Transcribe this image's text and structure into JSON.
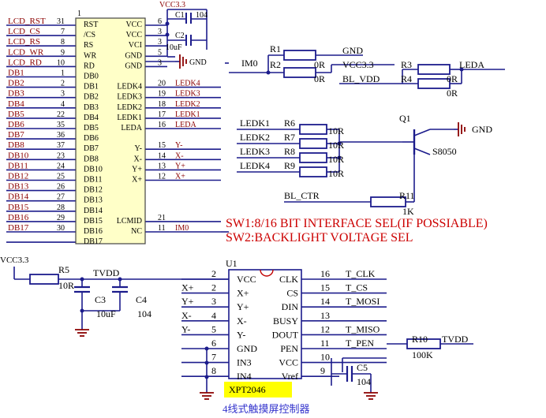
{
  "ic1": {
    "ref": "1",
    "left_pins": [
      {
        "net": "LCD_RST",
        "pin": "31",
        "name": "RST"
      },
      {
        "net": "LCD_CS",
        "pin": "7",
        "name": "/CS"
      },
      {
        "net": "LCD_RS",
        "pin": "8",
        "name": "RS"
      },
      {
        "net": "LCD_WR",
        "pin": "9",
        "name": "WR"
      },
      {
        "net": "LCD_RD",
        "pin": "10",
        "name": "RD"
      },
      {
        "net": "DB1",
        "pin": "1",
        "name": "DB0"
      },
      {
        "net": "DB2",
        "pin": "2",
        "name": "DB1"
      },
      {
        "net": "DB3",
        "pin": "3",
        "name": "DB2"
      },
      {
        "net": "DB4",
        "pin": "4",
        "name": "DB3"
      },
      {
        "net": "DB5",
        "pin": "22",
        "name": "DB4"
      },
      {
        "net": "DB6",
        "pin": "35",
        "name": "DB5"
      },
      {
        "net": "DB7",
        "pin": "36",
        "name": "DB6"
      },
      {
        "net": "DB8",
        "pin": "37",
        "name": "DB7"
      },
      {
        "net": "DB10",
        "pin": "23",
        "name": "DB8"
      },
      {
        "net": "DB11",
        "pin": "24",
        "name": "DB10"
      },
      {
        "net": "DB12",
        "pin": "25",
        "name": "DB11"
      },
      {
        "net": "DB13",
        "pin": "26",
        "name": "DB12"
      },
      {
        "net": "DB14",
        "pin": "27",
        "name": "DB13"
      },
      {
        "net": "DB15",
        "pin": "28",
        "name": "DB14"
      },
      {
        "net": "DB16",
        "pin": "29",
        "name": "DB15"
      },
      {
        "net": "DB17",
        "pin": "30",
        "name": "DB16"
      },
      {
        "net": "",
        "pin": "",
        "name": "DB17"
      }
    ],
    "right_pins": [
      {
        "name": "VCC",
        "pin": "6",
        "net": ""
      },
      {
        "name": "VCC",
        "pin": "3",
        "net": ""
      },
      {
        "name": "VCI",
        "pin": "3",
        "net": ""
      },
      {
        "name": "GND",
        "pin": "5",
        "net": ""
      },
      {
        "name": "GND",
        "pin": "3",
        "net": ""
      },
      {
        "name": "",
        "pin": "",
        "net": ""
      },
      {
        "name": "LEDK4",
        "pin": "20",
        "net": "LEDK4"
      },
      {
        "name": "LEDK3",
        "pin": "19",
        "net": "LEDK3"
      },
      {
        "name": "LEDK2",
        "pin": "18",
        "net": "LEDK2"
      },
      {
        "name": "LEDK1",
        "pin": "17",
        "net": "LEDK1"
      },
      {
        "name": "LEDA",
        "pin": "16",
        "net": "LEDA"
      },
      {
        "name": "",
        "pin": "",
        "net": ""
      },
      {
        "name": "Y-",
        "pin": "15",
        "net": "Y-"
      },
      {
        "name": "X-",
        "pin": "14",
        "net": "X-"
      },
      {
        "name": "Y+",
        "pin": "13",
        "net": "Y+"
      },
      {
        "name": "X+",
        "pin": "12",
        "net": "X+"
      },
      {
        "name": "",
        "pin": "",
        "net": ""
      },
      {
        "name": "",
        "pin": "",
        "net": ""
      },
      {
        "name": "",
        "pin": "",
        "net": ""
      },
      {
        "name": "LCMID",
        "pin": "21",
        "net": ""
      },
      {
        "name": "NC",
        "pin": "11",
        "net": "IM0"
      }
    ],
    "vcc_label": "VCC3.3",
    "c1": "C1",
    "c1_val": "104",
    "c2": "C2",
    "c2_val": "10uF",
    "gnd_label": "GND"
  },
  "jumpers": {
    "im0": "IM0",
    "r1": "R1",
    "r2": "R2",
    "r1_val": "0R",
    "r2_val": "0R",
    "gnd": "GND",
    "vcc": "VCC3.3",
    "r3": "R3",
    "r4": "R4",
    "r3_val": "0R",
    "r4_val": "0R",
    "leda": "LEDA",
    "bl_vdd": "BL_VDD"
  },
  "backlight": {
    "nets": [
      "LEDK1",
      "LEDK2",
      "LEDK3",
      "LEDK4"
    ],
    "refs": [
      "R6",
      "R7",
      "R8",
      "R9"
    ],
    "vals": [
      "10R",
      "10R",
      "10R",
      "10R"
    ],
    "q1": "Q1",
    "q1_part": "S8050",
    "gnd": "GND",
    "bl_ctr": "BL_CTR",
    "r11": "R11",
    "r11_val": "1K"
  },
  "notes": {
    "sw1": "SW1:8/16 BIT INTERFACE SEL(IF POSSIABLE)",
    "sw2": "SW2:BACKLIGHT VOLTAGE SEL"
  },
  "touch": {
    "vcc": "VCC3.3",
    "r5": "R5",
    "r5_val": "10R",
    "tvdd": "TVDD",
    "c3": "C3",
    "c3_val": "10uF",
    "c4": "C4",
    "c4_val": "104",
    "u1": "U1",
    "left_pins": [
      {
        "net": "",
        "pin": "2",
        "name": "VCC"
      },
      {
        "net": "X+",
        "pin": "2",
        "name": "X+"
      },
      {
        "net": "Y+",
        "pin": "3",
        "name": "Y+"
      },
      {
        "net": "X-",
        "pin": "4",
        "name": "X-"
      },
      {
        "net": "Y-",
        "pin": "5",
        "name": "Y-"
      },
      {
        "net": "",
        "pin": "6",
        "name": "GND"
      },
      {
        "net": "",
        "pin": "7",
        "name": "IN3"
      },
      {
        "net": "",
        "pin": "8",
        "name": "IN4"
      }
    ],
    "right_pins": [
      {
        "name": "CLK",
        "pin": "16",
        "net": "T_CLK"
      },
      {
        "name": "CS",
        "pin": "15",
        "net": "T_CS"
      },
      {
        "name": "DIN",
        "pin": "14",
        "net": "T_MOSI"
      },
      {
        "name": "BUSY",
        "pin": "13",
        "net": ""
      },
      {
        "name": "DOUT",
        "pin": "12",
        "net": "T_MISO"
      },
      {
        "name": "PEN",
        "pin": "11",
        "net": "T_PEN"
      },
      {
        "name": "VCC",
        "pin": "10",
        "net": ""
      },
      {
        "name": "Vref",
        "pin": "9",
        "net": ""
      }
    ],
    "r10": "R10",
    "r10_val": "100K",
    "tvdd2": "TVDD",
    "c5": "C5",
    "c5_val": "104",
    "part": "XPT2046",
    "caption": "4线式触摸屏控制器"
  },
  "colors": {
    "wire": "#1c1c8c",
    "label": "#8b0000",
    "ink": "#000000",
    "part_bg": "#ffffc8",
    "chip_bg": "#ffff00",
    "note": "#cc0000",
    "caption": "#3333cc"
  }
}
